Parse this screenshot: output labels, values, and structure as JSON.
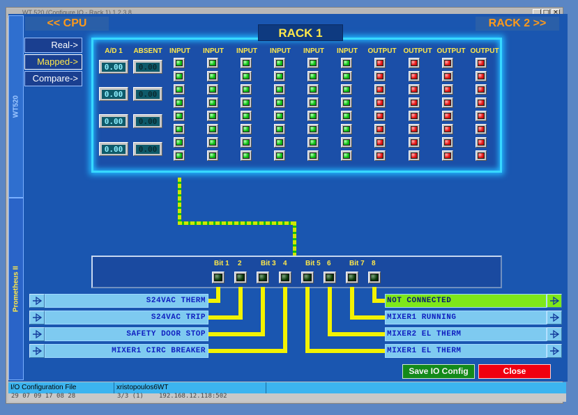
{
  "window": {
    "title": "WT 520 (Configure IO - Rack 1) 1 2 3 8",
    "controls": [
      "_",
      "□",
      "×"
    ]
  },
  "side_tabs": {
    "upper": "WT520",
    "lower": "Prometheus II"
  },
  "nav": {
    "real": "Real->",
    "mapped": "Mapped->",
    "compare": "Compare->",
    "cpu": "<< CPU",
    "rack2": "RACK 2 >>"
  },
  "rack": {
    "title": "RACK 1",
    "headers": [
      "A/D 1",
      "ABSENT",
      "INPUT",
      "INPUT",
      "INPUT",
      "INPUT",
      "INPUT",
      "INPUT",
      "OUTPUT",
      "OUTPUT",
      "OUTPUT",
      "OUTPUT"
    ],
    "ad_values": [
      "0.00",
      "0.00",
      "0.00",
      "0.00"
    ],
    "absent_values": [
      "0.00",
      "0.00",
      "0.00",
      "0.00"
    ],
    "module_types": [
      "input",
      "input",
      "input",
      "input",
      "input",
      "input",
      "output",
      "output",
      "output",
      "output"
    ],
    "leds_per_module": 8,
    "colors": {
      "input": "#12c418",
      "output": "#e81818",
      "label": "#ffe84a",
      "frame": "#37d8ff"
    }
  },
  "bits": {
    "labels": [
      "Bit 1",
      "2",
      "Bit 3",
      "4",
      "Bit 5",
      "6",
      "Bit 7",
      "8"
    ]
  },
  "mappings": {
    "left": [
      "S24VAC THERM",
      "S24VAC TRIP",
      "SAFETY DOOR STOP",
      "MIXER1 CIRC BREAKER"
    ],
    "right": [
      "NOT CONNECTED",
      "MIXER1 RUNNING",
      "MIXER2 EL THERM",
      "MIXER1 EL THERM"
    ],
    "highlighted_right": 0
  },
  "actions": {
    "save": "Save IO Config",
    "close": "Close"
  },
  "status": {
    "file": "I/O Configuration File",
    "user": "xristopoulos6WT",
    "line2_a": "29 07 09 17 08 28",
    "line2_b": "3/3 (1)",
    "line2_c": "192.168.12.118:502"
  }
}
